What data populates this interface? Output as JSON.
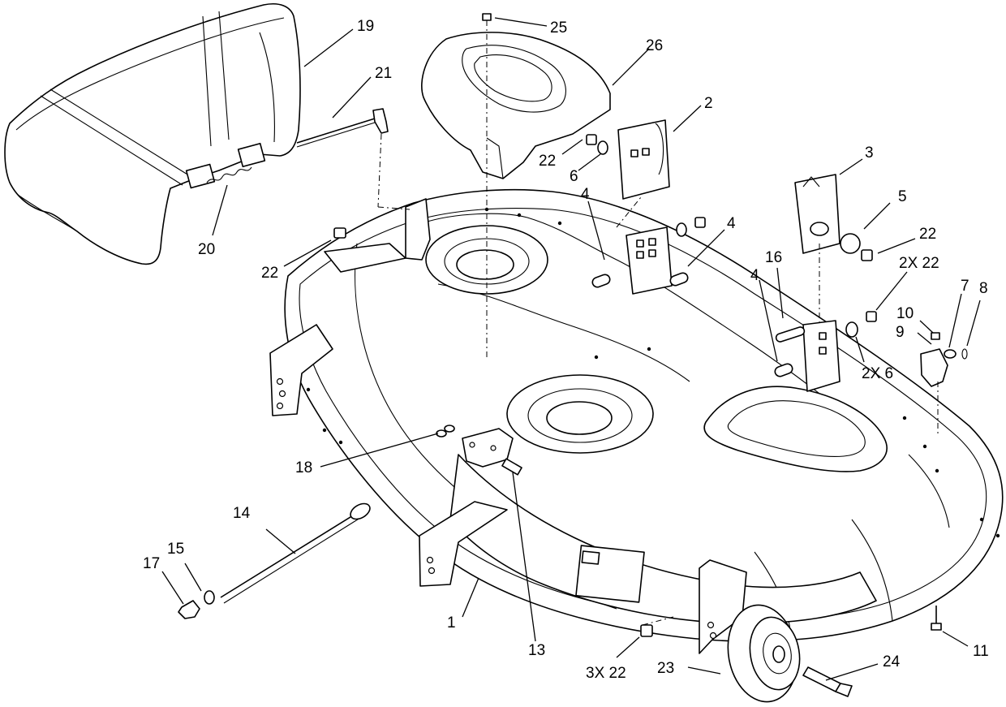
{
  "callouts": [
    {
      "id": "c1",
      "text": "1"
    },
    {
      "id": "c2",
      "text": "2"
    },
    {
      "id": "c3",
      "text": "3"
    },
    {
      "id": "c4a",
      "text": "4"
    },
    {
      "id": "c4b",
      "text": "4"
    },
    {
      "id": "c4c",
      "text": "4"
    },
    {
      "id": "c5",
      "text": "5"
    },
    {
      "id": "c6",
      "text": "6"
    },
    {
      "id": "c7",
      "text": "7"
    },
    {
      "id": "c8",
      "text": "8"
    },
    {
      "id": "c9",
      "text": "9"
    },
    {
      "id": "c10",
      "text": "10"
    },
    {
      "id": "c11",
      "text": "11"
    },
    {
      "id": "c13",
      "text": "13"
    },
    {
      "id": "c14",
      "text": "14"
    },
    {
      "id": "c15",
      "text": "15"
    },
    {
      "id": "c16",
      "text": "16"
    },
    {
      "id": "c17",
      "text": "17"
    },
    {
      "id": "c18",
      "text": "18"
    },
    {
      "id": "c19",
      "text": "19"
    },
    {
      "id": "c20",
      "text": "20"
    },
    {
      "id": "c21",
      "text": "21"
    },
    {
      "id": "c22a",
      "text": "22"
    },
    {
      "id": "c22b",
      "text": "22"
    },
    {
      "id": "c22c",
      "text": "22"
    },
    {
      "id": "c2x22",
      "text": "2X 22"
    },
    {
      "id": "c2x6",
      "text": "2X 6"
    },
    {
      "id": "c3x22",
      "text": "3X 22"
    },
    {
      "id": "c23",
      "text": "23"
    },
    {
      "id": "c24",
      "text": "24"
    },
    {
      "id": "c25",
      "text": "25"
    },
    {
      "id": "c26",
      "text": "26"
    }
  ]
}
